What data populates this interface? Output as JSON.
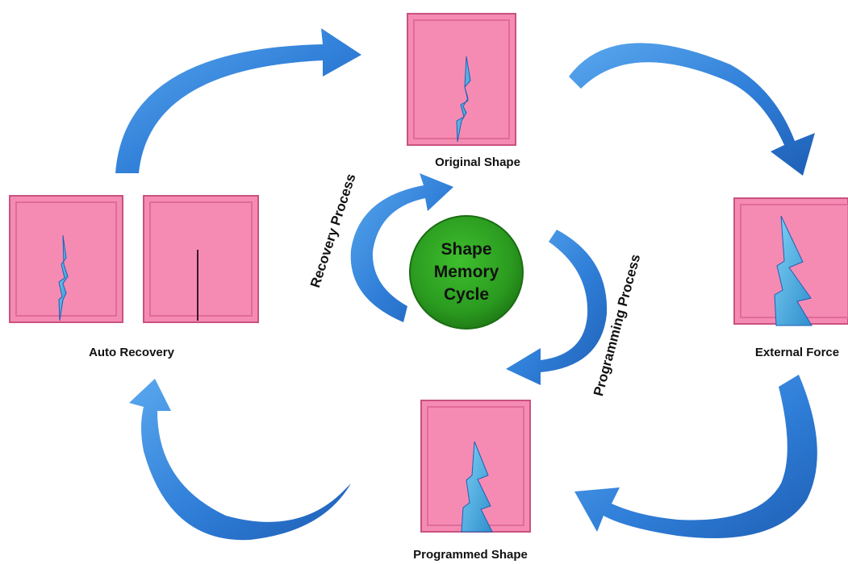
{
  "labels": {
    "original_shape": "Original Shape",
    "external_force": "External Force",
    "programmed_shape": "Programmed Shape",
    "auto_recovery": "Auto Recovery",
    "recovery_process": "Recovery Process",
    "programming_process": "Programming Process"
  },
  "center": {
    "line1": "Shape",
    "line2": "Memory",
    "line3": "Cycle"
  },
  "colors": {
    "panel_fill": "#f58bb3",
    "panel_edge": "#c9527f",
    "crack_fill": "#3aa6de",
    "arrow": "#2f7ed8",
    "circle": "#2e9e23",
    "circle_edge": "#1a6e12"
  }
}
